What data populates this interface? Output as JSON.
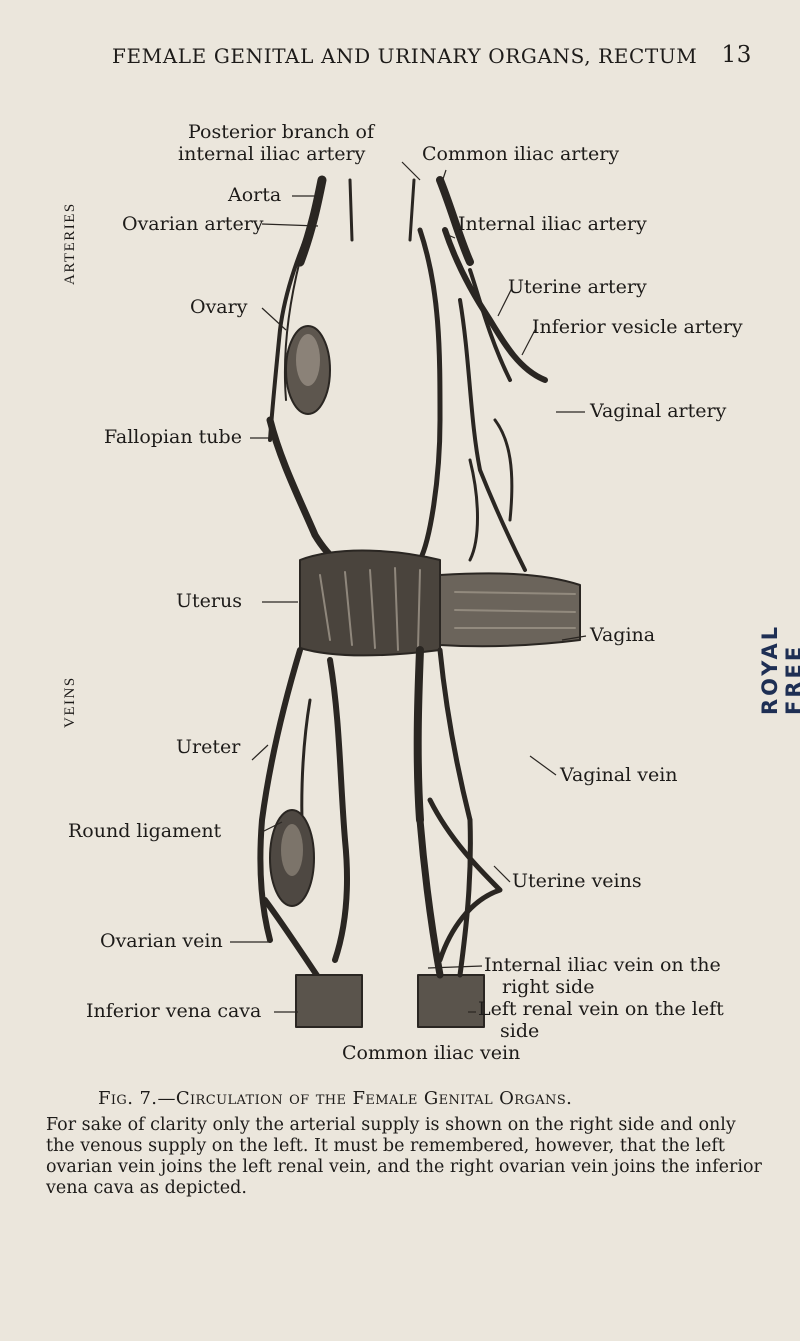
{
  "header": {
    "title": "FEMALE GENITAL AND URINARY ORGANS, RECTUM",
    "page_number": "13"
  },
  "margin": {
    "arteries_label": "ARTERIES",
    "veins_label": "VEINS"
  },
  "stamp": {
    "text": "ROYAL FREE HOSPITAL"
  },
  "figure": {
    "labels": {
      "posterior_branch_line1": "Posterior branch of",
      "posterior_branch_line2": "internal iliac artery",
      "common_iliac_artery": "Common iliac artery",
      "aorta": "Aorta",
      "ovarian_artery": "Ovarian artery",
      "internal_iliac_artery": "Internal iliac artery",
      "uterine_artery": "Uterine artery",
      "inferior_vesicle_artery": "Inferior vesicle artery",
      "ovary": "Ovary",
      "vaginal_artery": "Vaginal artery",
      "fallopian_tube": "Fallopian tube",
      "uterus": "Uterus",
      "vagina": "Vagina",
      "ureter": "Ureter",
      "vaginal_vein": "Vaginal vein",
      "round_ligament": "Round ligament",
      "uterine_veins": "Uterine veins",
      "ovarian_vein": "Ovarian vein",
      "internal_iliac_vein_line1": "Internal iliac vein on the",
      "internal_iliac_vein_line2": "right side",
      "left_renal_vein_line1": "Left renal vein on the left",
      "left_renal_vein_line2": "side",
      "inferior_vena_cava": "Inferior vena cava",
      "common_iliac_vein": "Common iliac vein"
    }
  },
  "caption": {
    "prefix": "Fig. 7.",
    "dash": "—",
    "title": "Circulation of the Female Genital Organs."
  },
  "note": "For sake of clarity only the arterial supply is shown on the right side and only the venous supply on the left. It must be remembered, however, that the left ovarian vein joins the left renal vein, and the right ovarian vein joins the inferior vena cava as depicted.",
  "colors": {
    "paper": "#ebe6dc",
    "ink": "#1d1b19",
    "stamp": "#1e2f54"
  }
}
